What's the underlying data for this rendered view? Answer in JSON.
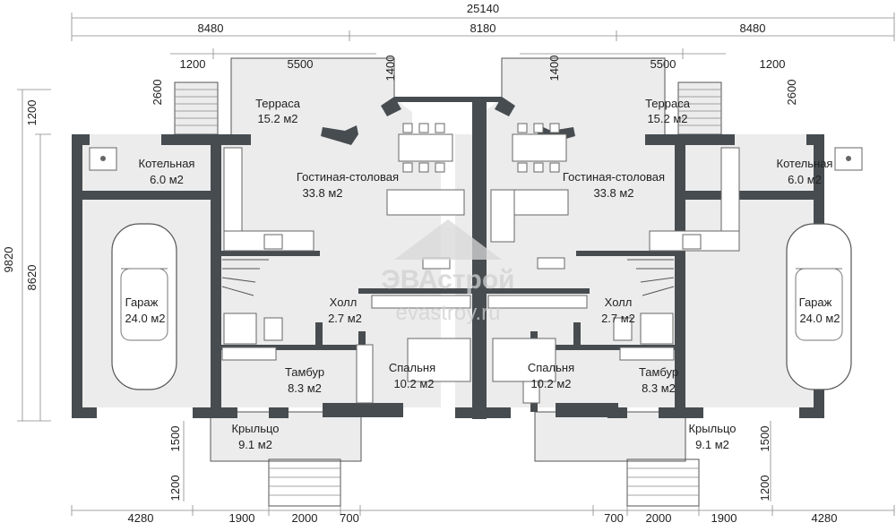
{
  "dimensions": {
    "total_width": "25140",
    "left_wing": "8480",
    "middle": "8180",
    "right_wing": "8480",
    "left_porch": "1200",
    "left_terrace": "5500",
    "left_terrace_offset": "1400",
    "right_terrace_offset": "1400",
    "right_terrace": "5500",
    "right_porch": "1200",
    "left_stair_depth": "2600",
    "right_stair_depth": "2600",
    "left_top_offset": "1200",
    "total_depth": "9820",
    "house_depth": "8620",
    "left_porch_depth": "1500",
    "right_porch_depth": "1500",
    "left_steps_depth": "1200",
    "right_steps_depth": "1200",
    "bottom": [
      "4280",
      "1900",
      "2000",
      "700",
      "700",
      "2000",
      "1900",
      "4280"
    ]
  },
  "rooms": {
    "terrace": {
      "name": "Терраса",
      "area": "15.2 м2"
    },
    "boiler": {
      "name": "Котельная",
      "area": "6.0  м2"
    },
    "living": {
      "name": "Гостиная-столовая",
      "area": "33.8 м2"
    },
    "garage": {
      "name": "Гараж",
      "area": "24.0  м2"
    },
    "hall": {
      "name": "Холл",
      "area": "2.7  м2"
    },
    "vestibule": {
      "name": "Тамбур",
      "area": "8.3  м2"
    },
    "bedroom": {
      "name": "Спальня",
      "area": "10.2  м2"
    },
    "porch": {
      "name": "Крыльцо",
      "area": "9.1  м2"
    }
  },
  "watermark": {
    "brand": "ЭВАстрой",
    "site": "evastroy.ru"
  }
}
